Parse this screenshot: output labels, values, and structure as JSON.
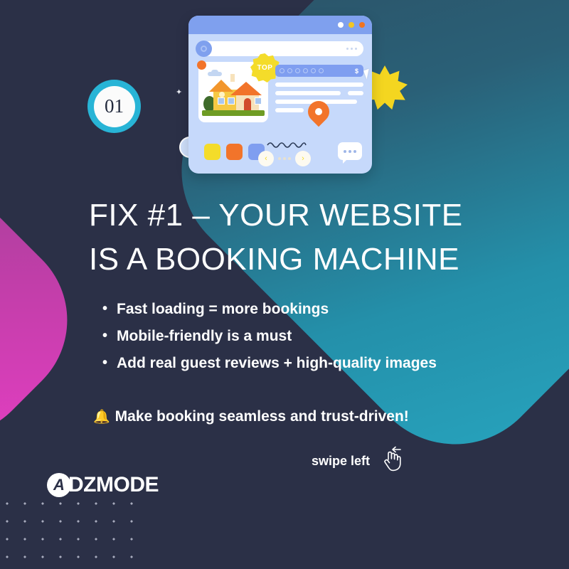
{
  "meta": {
    "background_color": "#2b3047",
    "accent_teal": "#27a3bd",
    "accent_pink": "#e63fc4",
    "accent_cyan": "#28b4d6",
    "accent_yellow": "#f4d620",
    "accent_orange": "#f2742a"
  },
  "badge": {
    "number": "01"
  },
  "headline": {
    "text": "FIX #1 – YOUR WEBSITE\nIS A BOOKING MACHINE"
  },
  "bullets": [
    {
      "text": "Fast loading = more bookings"
    },
    {
      "text": "Mobile-friendly is a must"
    },
    {
      "text": "Add real guest reviews + high-quality images"
    }
  ],
  "final_line": {
    "icon": "bell-icon",
    "icon_glyph": "🔔",
    "text": "Make booking seamless and trust-driven!"
  },
  "swipe": {
    "label": "swipe left",
    "icon": "swipe-hand-icon"
  },
  "logo": {
    "mark": "A",
    "text": "DZMODE"
  },
  "illustration": {
    "name": "booking-website-illustration",
    "browser": {
      "window_dots": [
        "white",
        "yellow",
        "orange"
      ],
      "search_placeholder_dots": "•••",
      "listing_badge": "TOP",
      "price_field_currency": "$",
      "app_icon_colors": [
        "#f4dc2a",
        "#f2742a",
        "#7f9ef0"
      ],
      "pager_prev": "‹",
      "pager_next": "›"
    }
  }
}
